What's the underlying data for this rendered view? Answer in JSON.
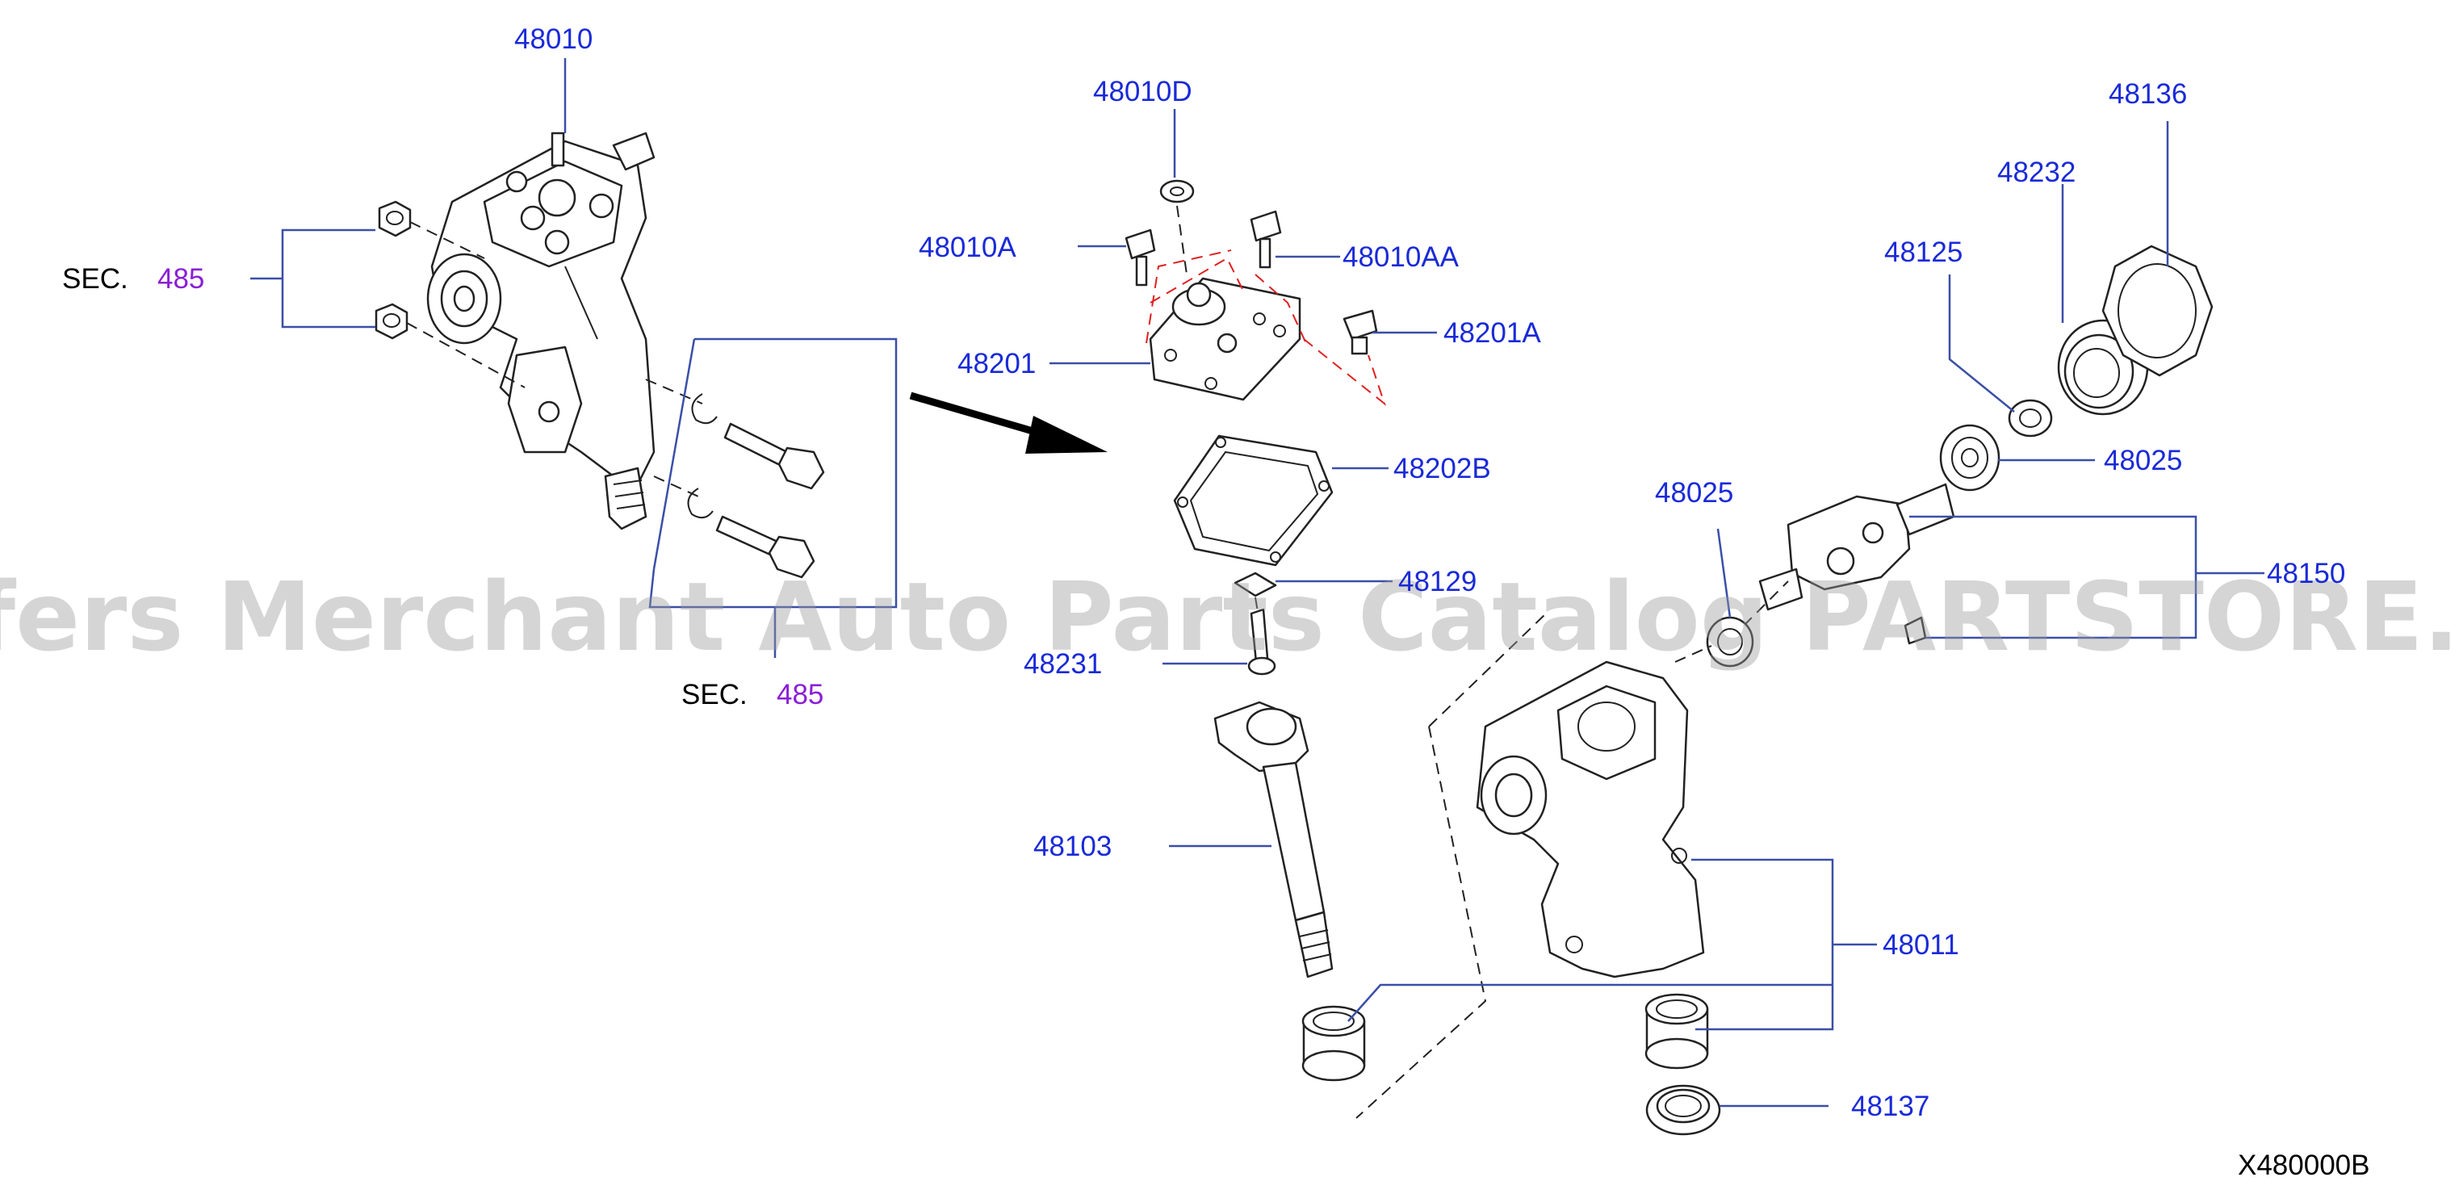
{
  "labels": {
    "p48010": "48010",
    "p48010D": "48010D",
    "p48010A": "48010A",
    "p48010AA": "48010AA",
    "p48201": "48201",
    "p48201A": "48201A",
    "p48202B": "48202B",
    "p48129": "48129",
    "p48231": "48231",
    "p48103": "48103",
    "p48136": "48136",
    "p48232": "48232",
    "p48125": "48125",
    "p48025_right": "48025",
    "p48025_left": "48025",
    "p48150": "48150",
    "p48011": "48011",
    "p48137": "48137"
  },
  "sec_refs": [
    {
      "prefix": "SEC.",
      "number": "485"
    },
    {
      "prefix": "SEC.",
      "number": "485"
    }
  ],
  "diagram_code": "X480000B",
  "watermark": "Offers Merchant Auto Parts Catalog PARTSTORE.SA",
  "colors": {
    "part_label": "#1a2ad8",
    "sec_number": "#8a1fd6",
    "leader_line": "#3a4fa8",
    "red_guides": "#e02020"
  }
}
